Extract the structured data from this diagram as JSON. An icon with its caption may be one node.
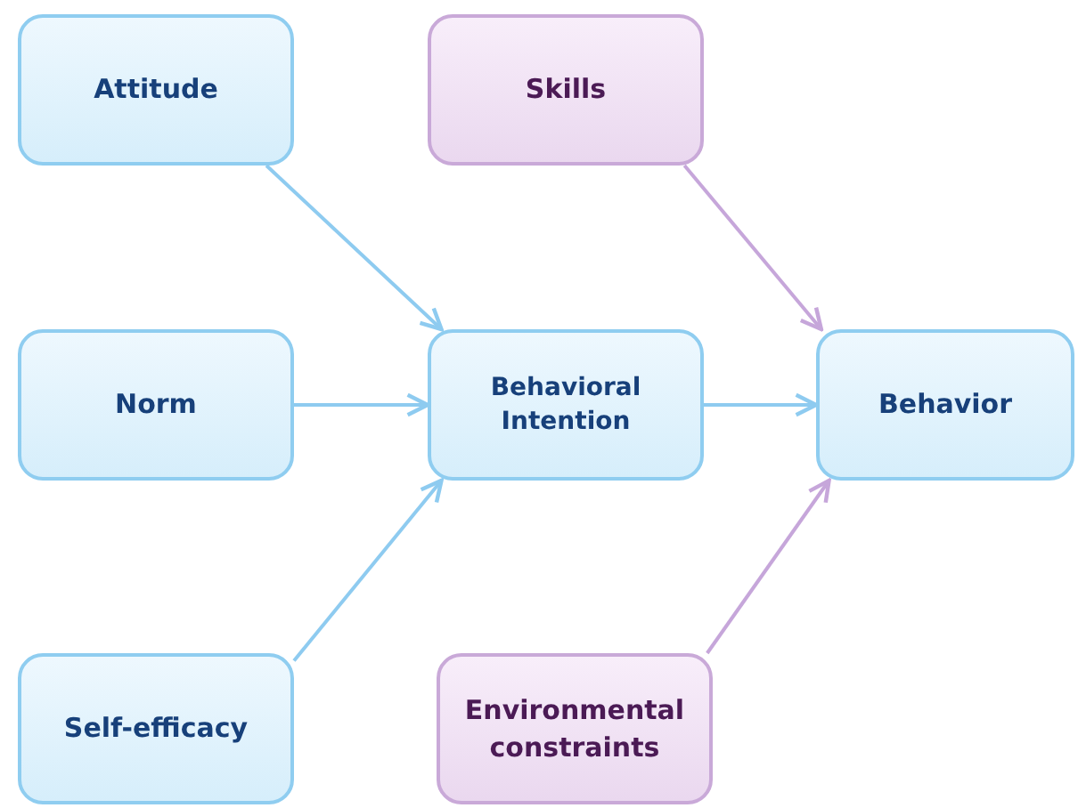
{
  "diagram": {
    "nodes": [
      {
        "text": [
          "Attitude"
        ]
      },
      {
        "text": [
          "Skills"
        ]
      },
      {
        "text": [
          "Norm"
        ]
      },
      {
        "text": [
          "Behavioral Intention"
        ]
      },
      {
        "text": [
          "Behavior"
        ]
      },
      {
        "text": [
          "Self-efficacy"
        ]
      },
      {
        "text": [
          "Environmental constraints"
        ]
      }
    ],
    "edges": [
      {
        "from": 0,
        "to": 3,
        "arrow": "to"
      },
      {
        "from": 2,
        "to": 3,
        "arrow": "to"
      },
      {
        "from": 5,
        "to": 3,
        "arrow": "to"
      },
      {
        "from": 3,
        "to": 4,
        "arrow": "to"
      },
      {
        "from": 1,
        "to": 4,
        "arrow": "to",
        "color": "#c6a6da"
      },
      {
        "from": 6,
        "to": 4,
        "arrow": "to",
        "color": "#c6a6da"
      }
    ]
  }
}
